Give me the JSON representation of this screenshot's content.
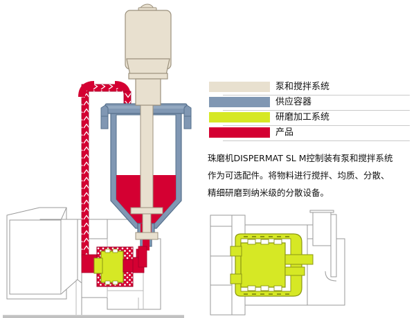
{
  "diagram": {
    "title": "DISPERMAT SL M bead mill flow schematic",
    "colors": {
      "pump_beige": "#e8e0cf",
      "vessel_blue": "#8097b3",
      "mill_yellow": "#d6e825",
      "product_red": "#d40032",
      "outline": "#6b6b6b",
      "outline_light": "#b5b5b5",
      "arrow_white": "#ffffff"
    }
  },
  "legend": {
    "rows": [
      {
        "color": "#e8e0cf",
        "label": "泵和搅拌系统",
        "name": "pump-and-stirring-system"
      },
      {
        "color": "#8097b3",
        "label": "供应容器",
        "name": "supply-vessel"
      },
      {
        "color": "#d6e825",
        "label": "研磨加工系统",
        "name": "grinding-process-system"
      },
      {
        "color": "#d40032",
        "label": "产品",
        "name": "product"
      }
    ]
  },
  "description": {
    "line1": "珠磨机DISPERMAT SL M控制装有泵和搅拌系统",
    "line2": "作为可选配件。将物料进行搅拌、均质、分散、",
    "line3": "精细研磨到纳米级的分散设备。"
  },
  "parts": {
    "motor_housing": "泵和搅拌系统",
    "supply_vessel": "供应容器",
    "product_fill": "产品",
    "mill_rotor": "研磨加工系统",
    "feed_pipe": "产品",
    "detail_view": "研磨加工系统"
  }
}
